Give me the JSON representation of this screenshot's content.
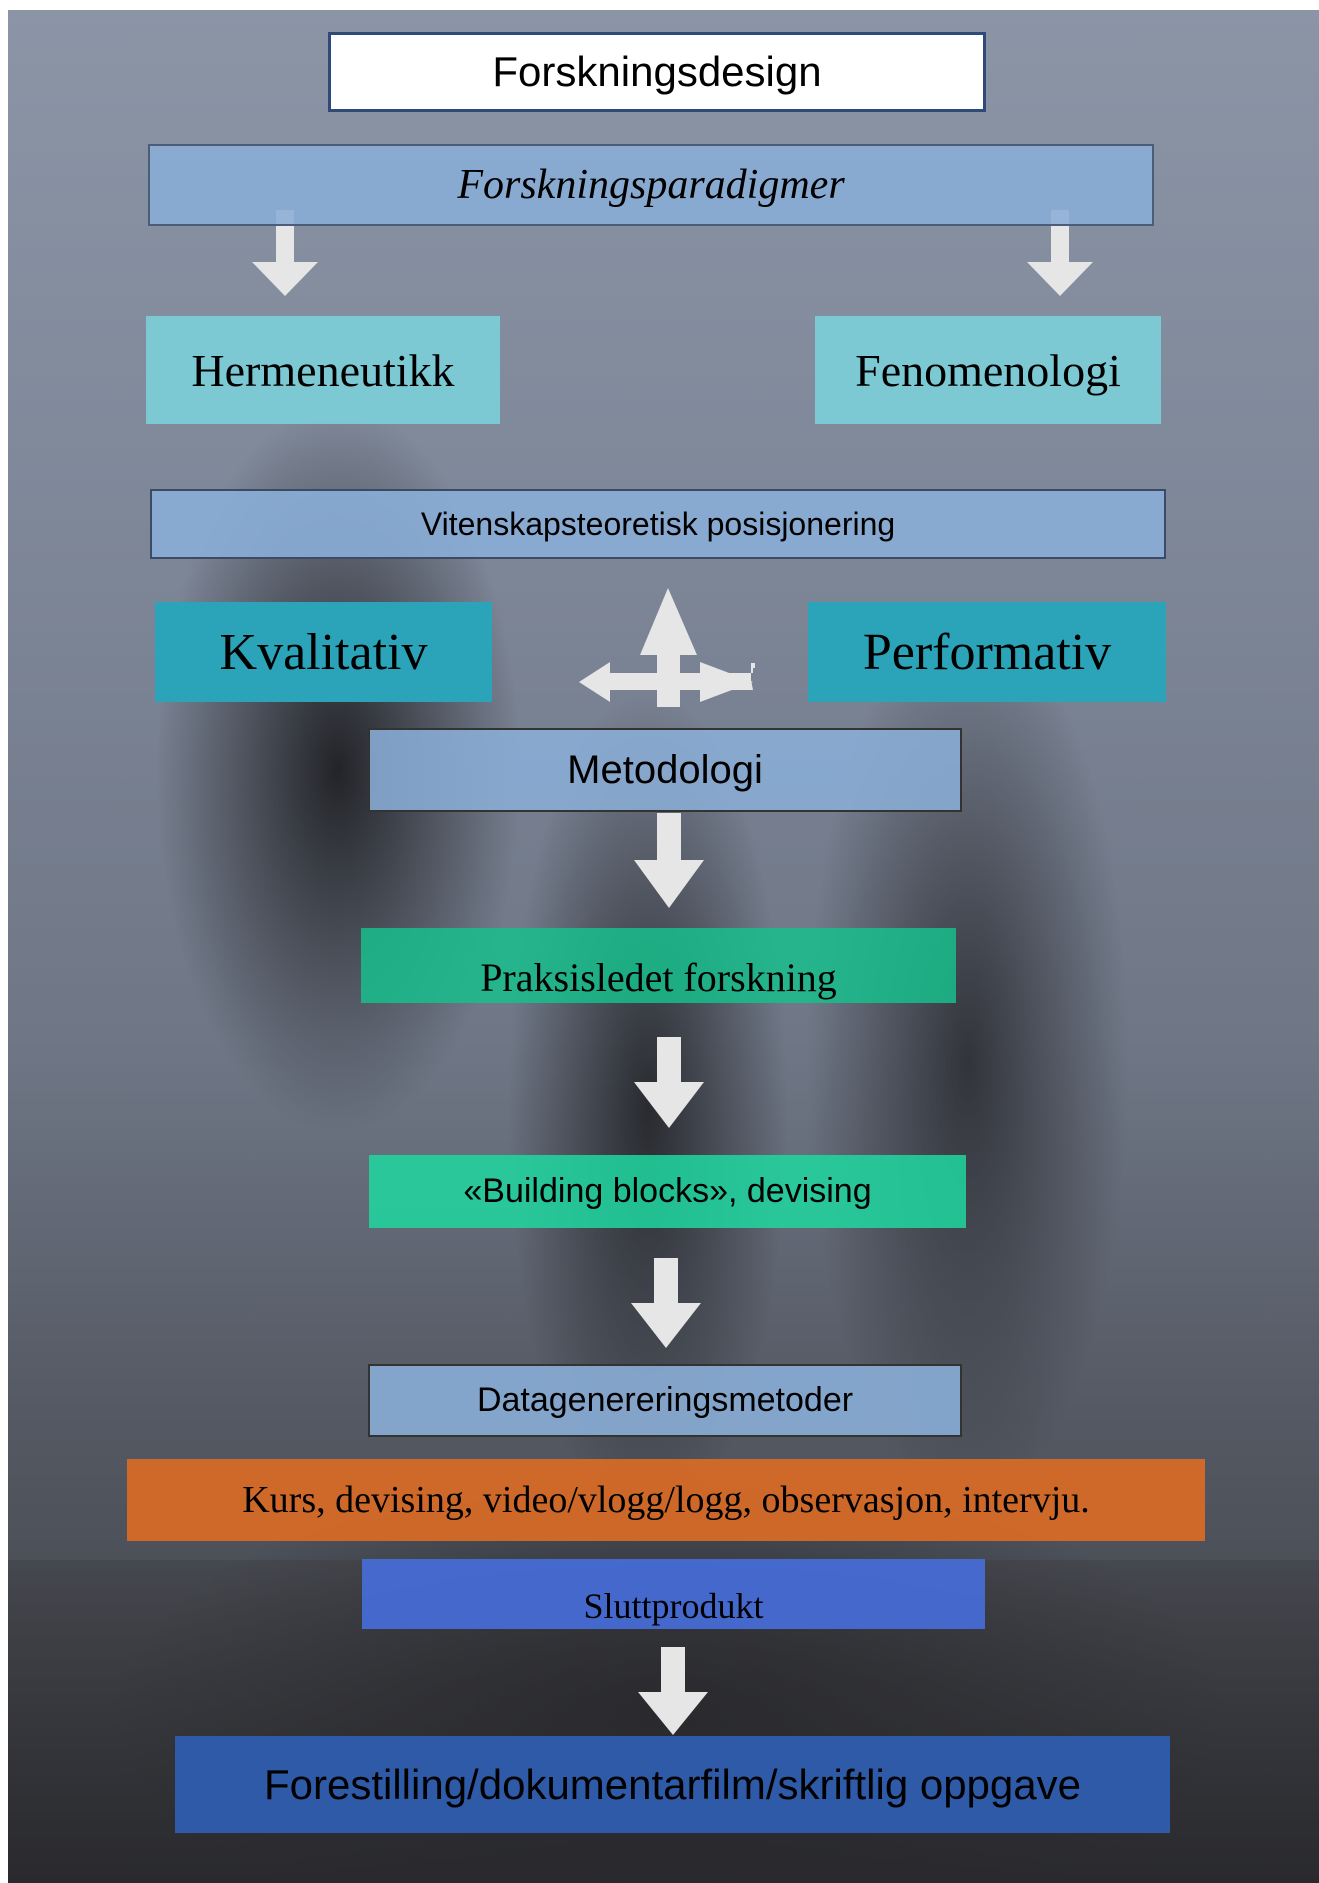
{
  "diagram": {
    "title": "Forskningsdesign",
    "paradigms_heading": "Forskningsparadigmer",
    "paradigms": [
      "Hermeneutikk",
      "Fenomenologi"
    ],
    "positioning": "Vitenskapsteoretisk posisjonering",
    "approaches": [
      "Kvalitativ",
      "Performativ"
    ],
    "methodology": "Metodologi",
    "research_type": "Praksisledet forskning",
    "technique": "«Building blocks», devising",
    "data_methods_heading": "Datagenereringsmetoder",
    "data_methods": "Kurs, devising, video/vlogg/logg, observasjon, intervju.",
    "end_product_heading": "Sluttprodukt",
    "end_product": "Forestilling/dokumentarfilm/skriftlig oppgave"
  },
  "colors": {
    "paradigm_fill": "#8aadd6",
    "teal_light": "#7ccdd8",
    "teal_dark": "#2ba3b8",
    "green": "#18be8c",
    "green_light": "#1ed7a0",
    "orange": "#d86a26",
    "blue": "#466edc",
    "blue_dark": "#2e5aa8",
    "arrow": "#e6e6e6"
  }
}
